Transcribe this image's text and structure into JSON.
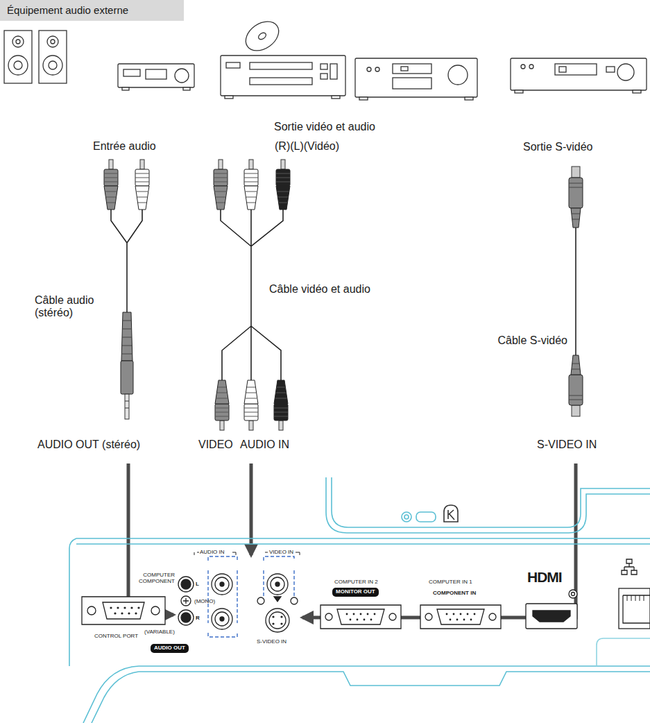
{
  "diagram": {
    "nodes": [
      {
        "text": [
          "Équipement audio externe"
        ]
      },
      {
        "text": [
          "MONITOR OUT"
        ]
      },
      {
        "text": [
          "AUDIO OUT"
        ]
      }
    ],
    "labels": [
      "Sortie vidéo et audio",
      "(R)(L)(Vidéo)",
      "Sortie S-vidéo",
      "Entrée audio",
      "Câble audio (stéréo)",
      "Câble vidéo et audio",
      "Câble S-vidéo",
      "AUDIO OUT (stéréo)",
      "VIDEO",
      "AUDIO IN",
      "S-VIDEO IN",
      "AUDIO IN",
      "VIDEO IN",
      "COMPUTER COMPONENT",
      "L",
      "(MONO)",
      "R",
      "(VARIABLE)",
      "CONTROL PORT",
      "S-VIDEO IN",
      "COMPUTER IN 2",
      "COMPUTER IN 1",
      "COMPONENT IN",
      "HDMI"
    ]
  }
}
